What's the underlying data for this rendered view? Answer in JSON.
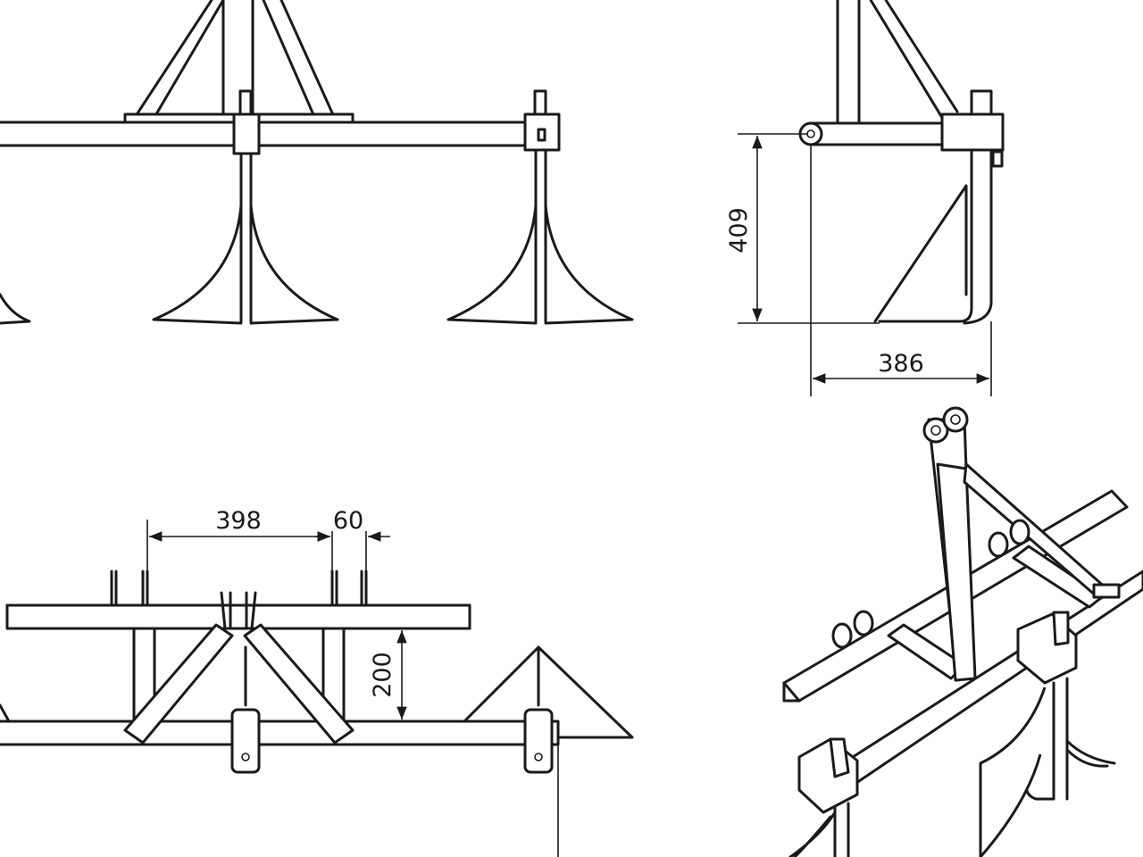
{
  "drawing": {
    "views": [
      "front-view",
      "side-view",
      "top-view",
      "isometric-view"
    ],
    "dimensions": {
      "side_height": "409",
      "side_depth": "386",
      "top_spacing": "398",
      "top_offset": "60",
      "top_frame": "200"
    },
    "line_color": "#1a1a1a",
    "background": "#ffffff"
  }
}
